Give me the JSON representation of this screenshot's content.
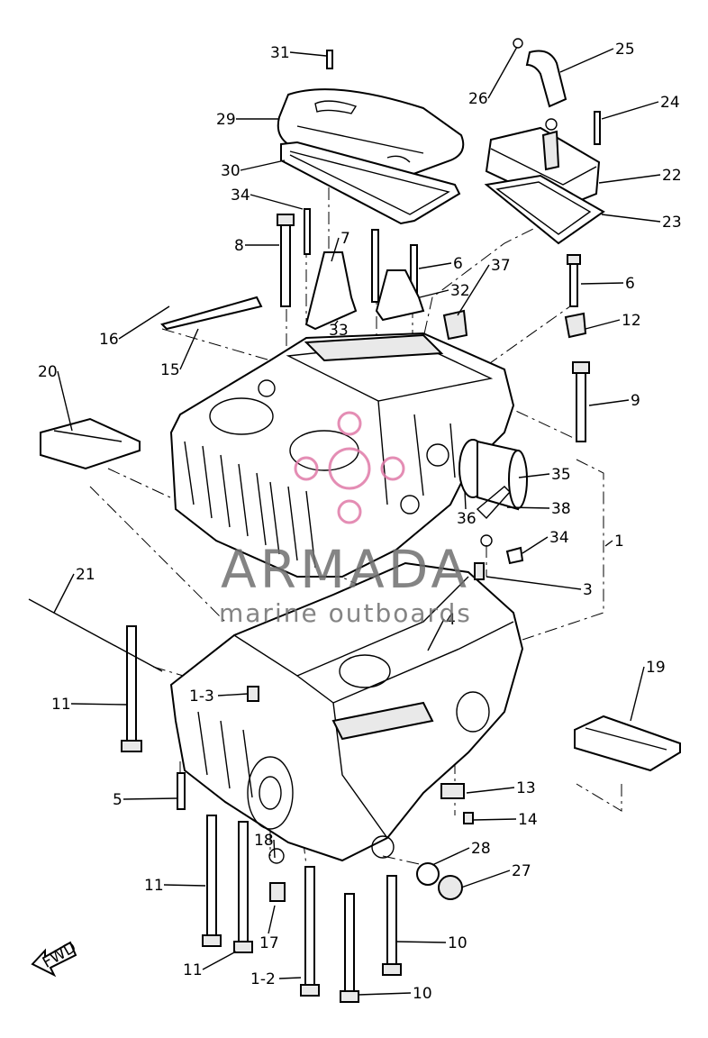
{
  "diagram": {
    "callouts": [
      "31",
      "25",
      "26",
      "24",
      "29",
      "22",
      "30",
      "23",
      "34",
      "8",
      "7",
      "6",
      "37",
      "32",
      "6",
      "12",
      "16",
      "33",
      "15",
      "20",
      "9",
      "35",
      "38",
      "36",
      "34",
      "1",
      "21",
      "3",
      "4",
      "11",
      "1-3",
      "19",
      "13",
      "5",
      "14",
      "18",
      "28",
      "27",
      "11",
      "17",
      "10",
      "11",
      "1-2",
      "10"
    ],
    "fwd_label": "FWD"
  },
  "watermark": {
    "brand": "ARMADA",
    "tagline": "marine outboards",
    "color": "#e07aa8"
  }
}
